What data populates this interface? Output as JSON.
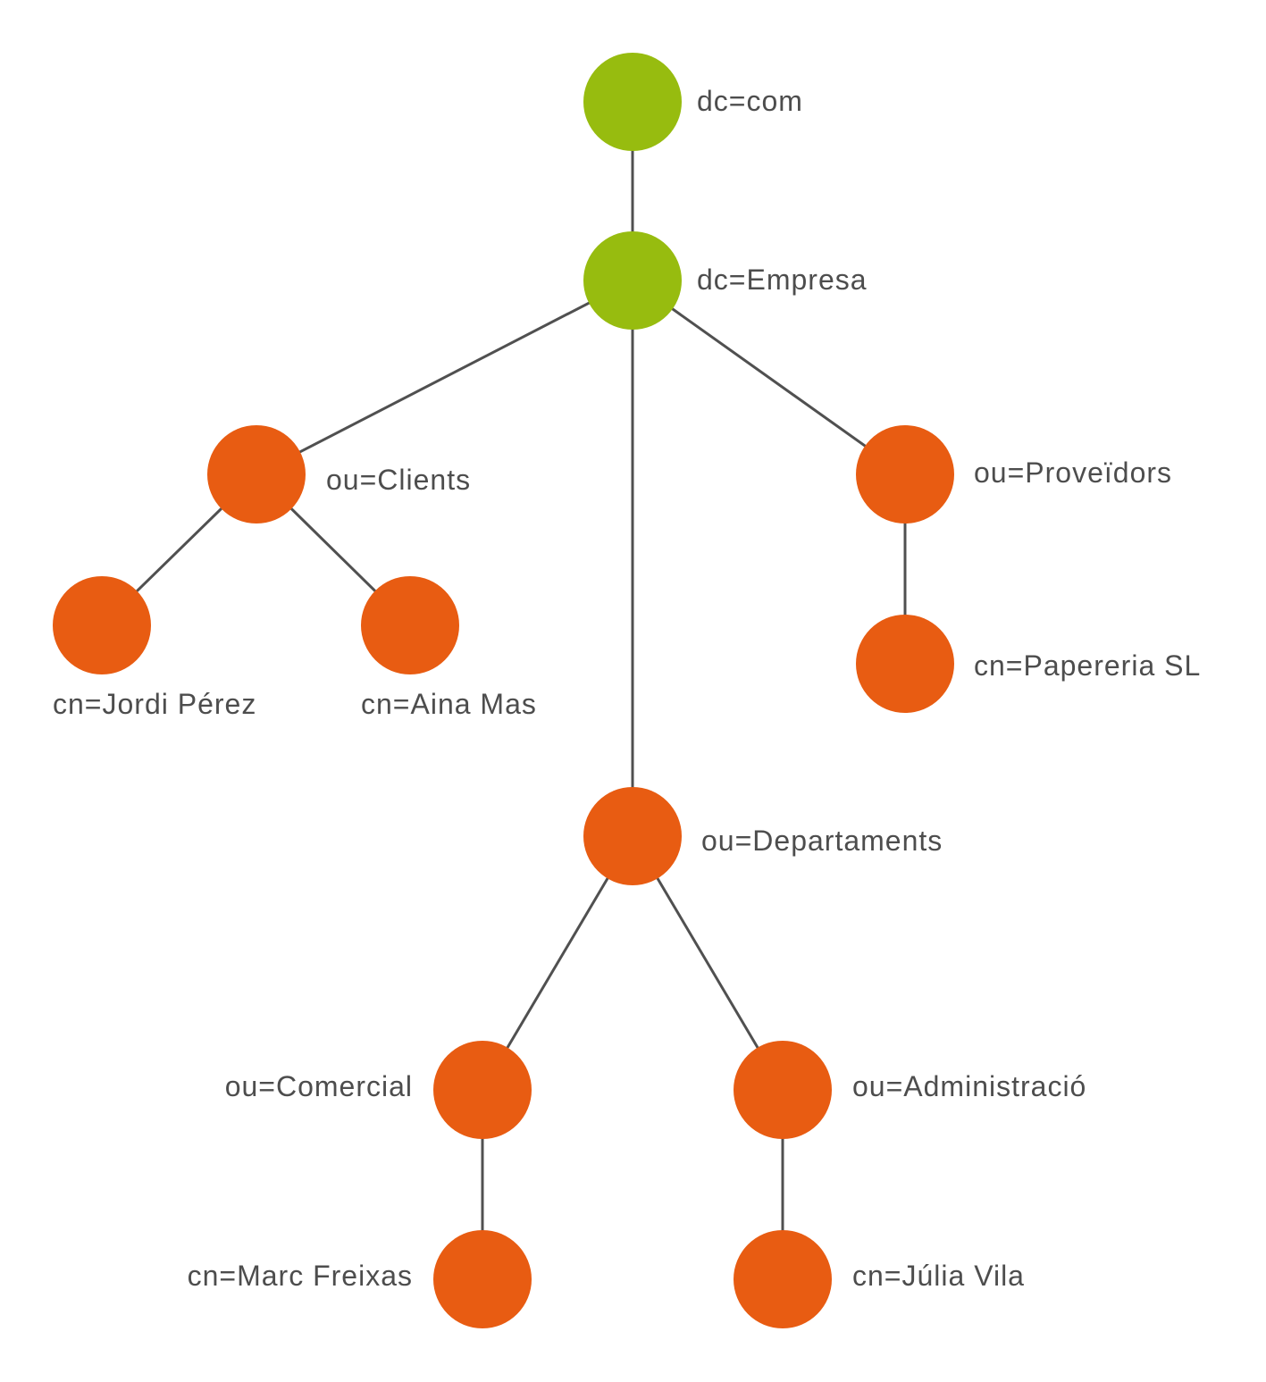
{
  "colors": {
    "domain_component": "#97bc0f",
    "entry": "#e85c12",
    "edge": "#505050",
    "label": "#4d4d4d"
  },
  "nodes": {
    "dc_com": {
      "label": "dc=com",
      "kind": "domain_component"
    },
    "dc_empresa": {
      "label": "dc=Empresa",
      "kind": "domain_component"
    },
    "ou_clients": {
      "label": "ou=Clients",
      "kind": "entry"
    },
    "ou_proveidors": {
      "label": "ou=Proveïdors",
      "kind": "entry"
    },
    "cn_jordi": {
      "label": "cn=Jordi Pérez",
      "kind": "entry"
    },
    "cn_aina": {
      "label": "cn=Aina Mas",
      "kind": "entry"
    },
    "cn_papereria": {
      "label": "cn=Papereria SL",
      "kind": "entry"
    },
    "ou_departaments": {
      "label": "ou=Departaments",
      "kind": "entry"
    },
    "ou_comercial": {
      "label": "ou=Comercial",
      "kind": "entry"
    },
    "ou_administracio": {
      "label": "ou=Administració",
      "kind": "entry"
    },
    "cn_marc": {
      "label": "cn=Marc Freixas",
      "kind": "entry"
    },
    "cn_julia": {
      "label": "cn=Júlia Vila",
      "kind": "entry"
    }
  },
  "edges": [
    [
      "dc_com",
      "dc_empresa"
    ],
    [
      "dc_empresa",
      "ou_clients"
    ],
    [
      "dc_empresa",
      "ou_departaments"
    ],
    [
      "dc_empresa",
      "ou_proveidors"
    ],
    [
      "ou_clients",
      "cn_jordi"
    ],
    [
      "ou_clients",
      "cn_aina"
    ],
    [
      "ou_proveidors",
      "cn_papereria"
    ],
    [
      "ou_departaments",
      "ou_comercial"
    ],
    [
      "ou_departaments",
      "ou_administracio"
    ],
    [
      "ou_comercial",
      "cn_marc"
    ],
    [
      "ou_administracio",
      "cn_julia"
    ]
  ]
}
